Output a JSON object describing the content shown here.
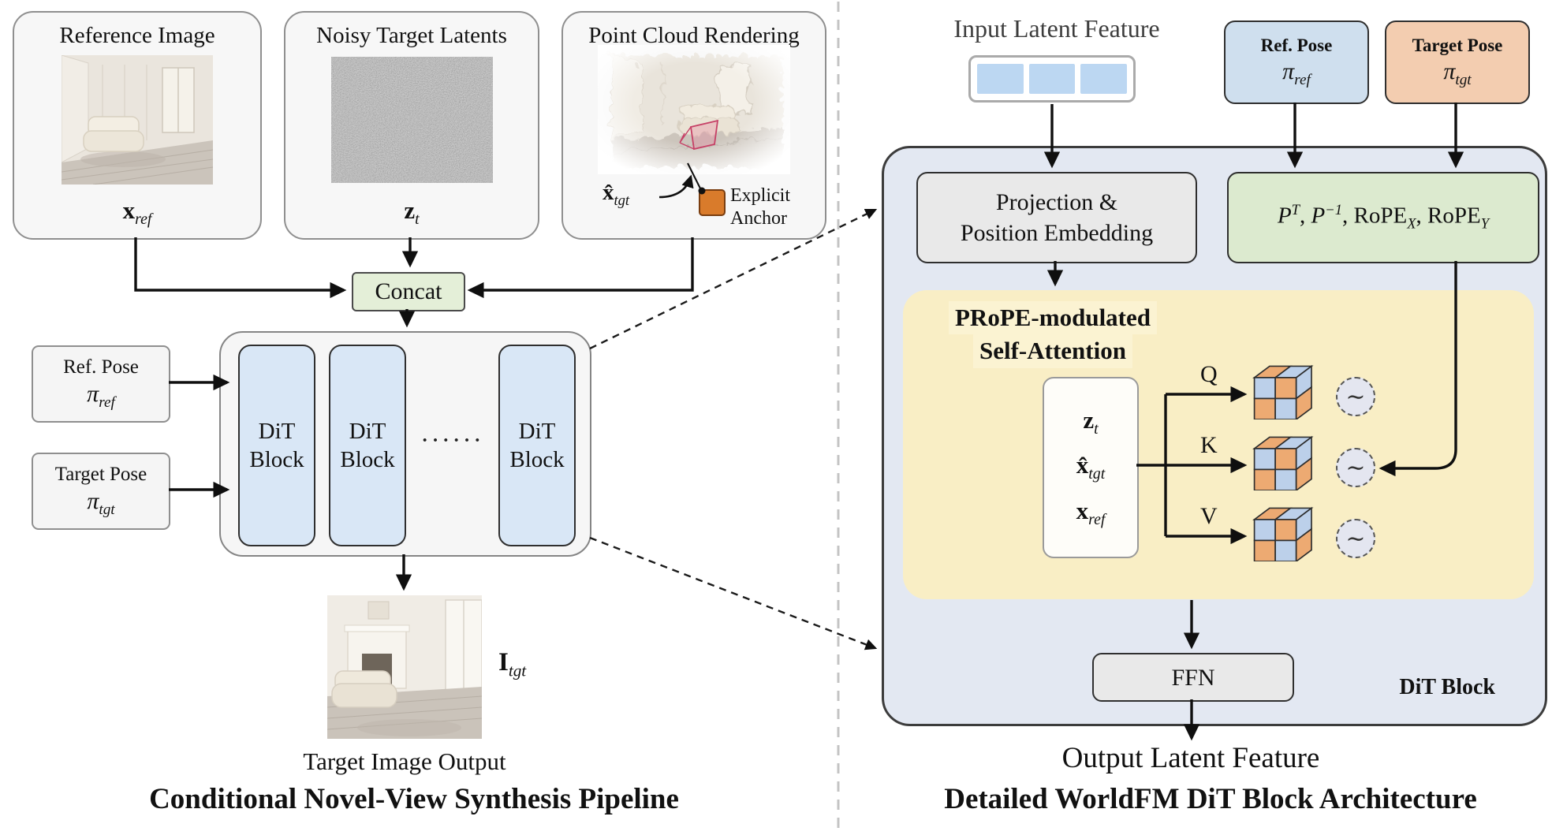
{
  "colors": {
    "dit_block_fill": "#d9e7f6",
    "concat_fill": "#e4efd8",
    "ref_pose_fill": "#cfdfee",
    "target_pose_fill": "#f3cdb0",
    "rope_box_fill": "#dceacf",
    "attention_fill": "#f9eec5",
    "dit_container_fill": "#e3e8f2",
    "latent_segment_fill": "#bcd7f2",
    "anchor_fill": "#d97b2b"
  },
  "left": {
    "reference": {
      "title": "Reference Image",
      "symbol": "x",
      "symbol_sub": "ref"
    },
    "noisy": {
      "title": "Noisy Target Latents",
      "symbol": "z",
      "symbol_sub": "t"
    },
    "pointcloud": {
      "title": "Point Cloud Rendering",
      "symbol": "x̂",
      "symbol_sub": "tgt",
      "anchor_line1": "Explicit",
      "anchor_line2": "Anchor"
    },
    "concat_label": "Concat",
    "dit_block_label": "DiT Block",
    "dots": "······",
    "ref_pose": {
      "title": "Ref. Pose",
      "symbol": "π",
      "symbol_sub": "ref"
    },
    "target_pose": {
      "title": "Target Pose",
      "symbol": "π",
      "symbol_sub": "tgt"
    },
    "output_symbol": "I",
    "output_symbol_sub": "tgt",
    "output_caption": "Target Image Output",
    "panel_title": "Conditional Novel-View Synthesis Pipeline"
  },
  "right": {
    "input_label": "Input Latent Feature",
    "ref_pose": {
      "title": "Ref. Pose",
      "symbol": "π",
      "symbol_sub": "ref"
    },
    "target_pose": {
      "title": "Target Pose",
      "symbol": "π",
      "symbol_sub": "tgt"
    },
    "projection_line1": "Projection &",
    "projection_line2": "Position Embedding",
    "formula": {
      "p": "P",
      "p_sup": "T",
      "pinv": "P",
      "pinv_sup": "−1",
      "rope": "RoPE",
      "rope_x_sub": "X",
      "rope_y_sub": "Y",
      "comma": ", "
    },
    "attention": {
      "heading_line1": "PRoPE-modulated",
      "heading_line2": "Self-Attention",
      "stack": [
        {
          "symbol": "z",
          "sub": "t"
        },
        {
          "symbol": "x̂",
          "sub": "tgt"
        },
        {
          "symbol": "x",
          "sub": "ref"
        }
      ],
      "qkv": [
        "Q",
        "K",
        "V"
      ],
      "tilde": "∼"
    },
    "ffn_label": "FFN",
    "dit_block_caption": "DiT Block",
    "output_label": "Output Latent Feature",
    "panel_title": "Detailed WorldFM DiT Block Architecture"
  }
}
